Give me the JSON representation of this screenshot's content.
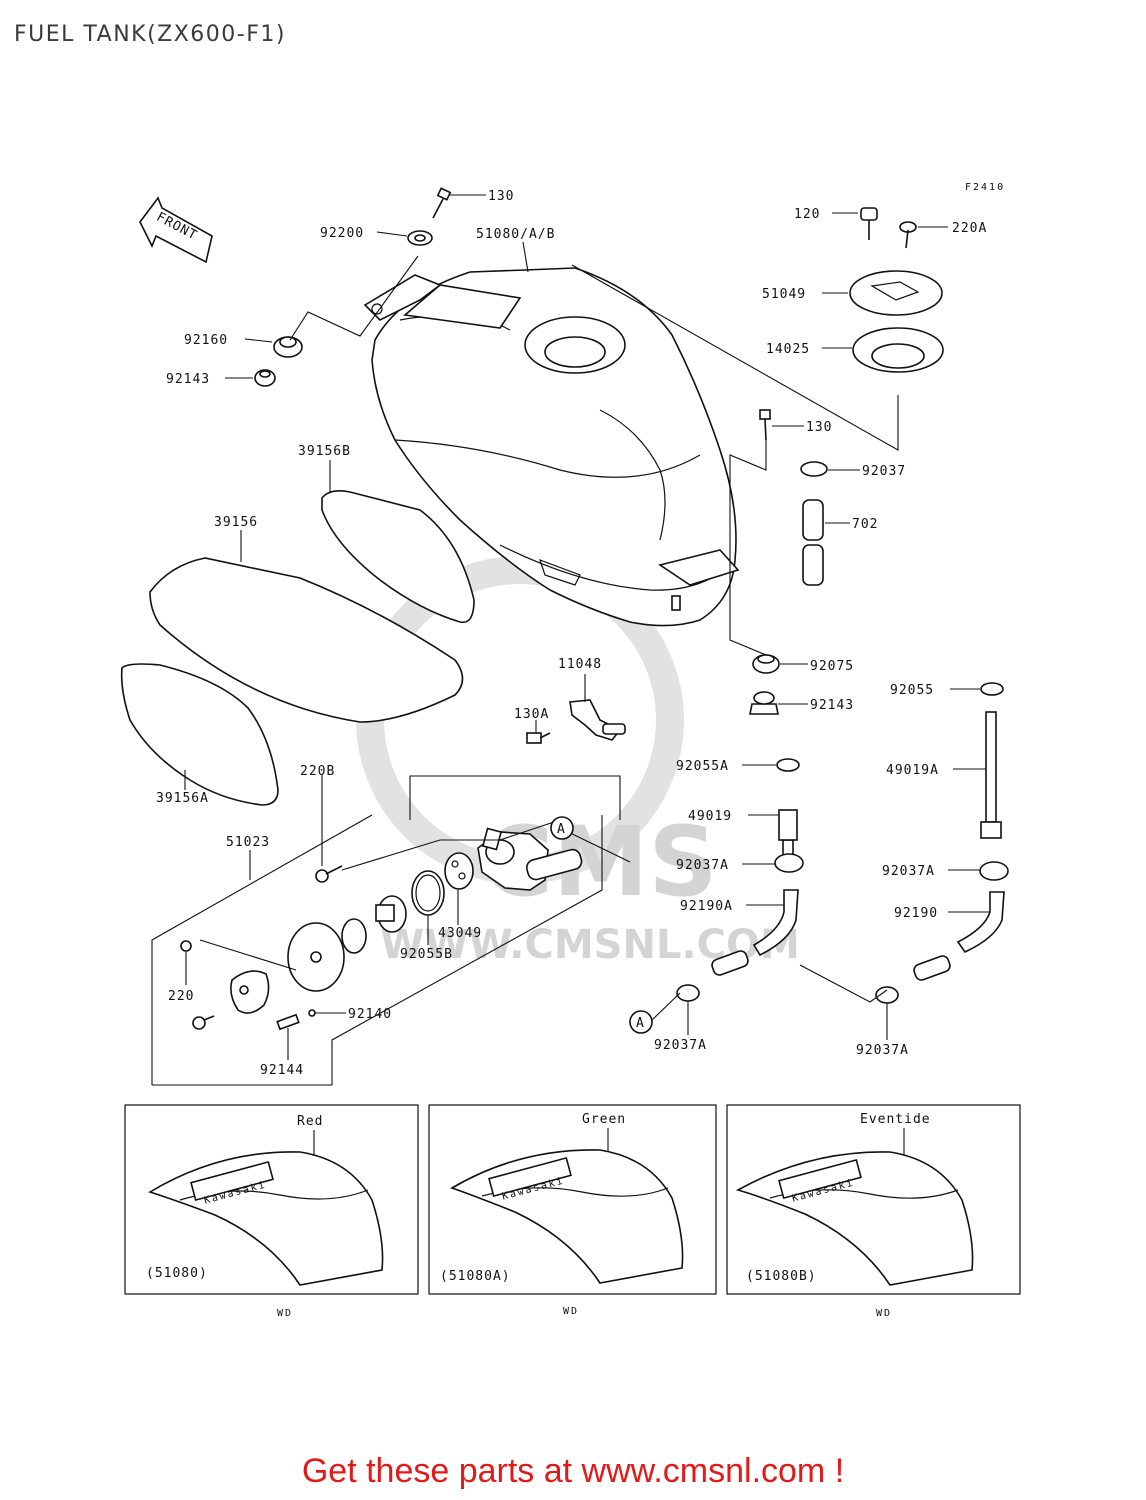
{
  "title": "FUEL TANK(ZX600-F1)",
  "figure_code": "F2410",
  "front_arrow_label": "FRONT",
  "watermark": "WWW.CMSNL.COM",
  "watermark_logo": "CMS",
  "part_labels": {
    "p130_top": "130",
    "p92200": "92200",
    "p51080": "51080/A/B",
    "p120": "120",
    "p220A": "220A",
    "p51049": "51049",
    "p14025": "14025",
    "p92160": "92160",
    "p92143_left": "92143",
    "p130_mid": "130",
    "p92037": "92037",
    "p702": "702",
    "p39156B": "39156B",
    "p39156": "39156",
    "p92075": "92075",
    "p92143_right": "92143",
    "p11048": "11048",
    "p130A": "130A",
    "p92055": "92055",
    "p92055A": "92055A",
    "p49019A": "49019A",
    "p220B": "220B",
    "p39156A": "39156A",
    "p49019": "49019",
    "p51023": "51023",
    "p92037A_1": "92037A",
    "p92037A_2": "92037A",
    "p92190A": "92190A",
    "p92190": "92190",
    "p43049": "43049",
    "p92055B": "92055B",
    "p220": "220",
    "p92140": "92140",
    "p92144": "92144",
    "p92037A_3": "92037A",
    "p92037A_4": "92037A",
    "ref_a1": "A",
    "ref_a2": "A"
  },
  "variants": [
    {
      "color": "Red",
      "part": "(51080)",
      "code": "WD",
      "decal": "Kawasaki"
    },
    {
      "color": "Green",
      "part": "(51080A)",
      "code": "WD",
      "decal": "Kawasaki"
    },
    {
      "color": "Eventide",
      "part": "(51080B)",
      "code": "WD",
      "decal": "Kawasaki"
    }
  ],
  "footer": {
    "link_text": "Get these parts at www.cmsnl.com !",
    "link_color": "#e11a1a"
  }
}
